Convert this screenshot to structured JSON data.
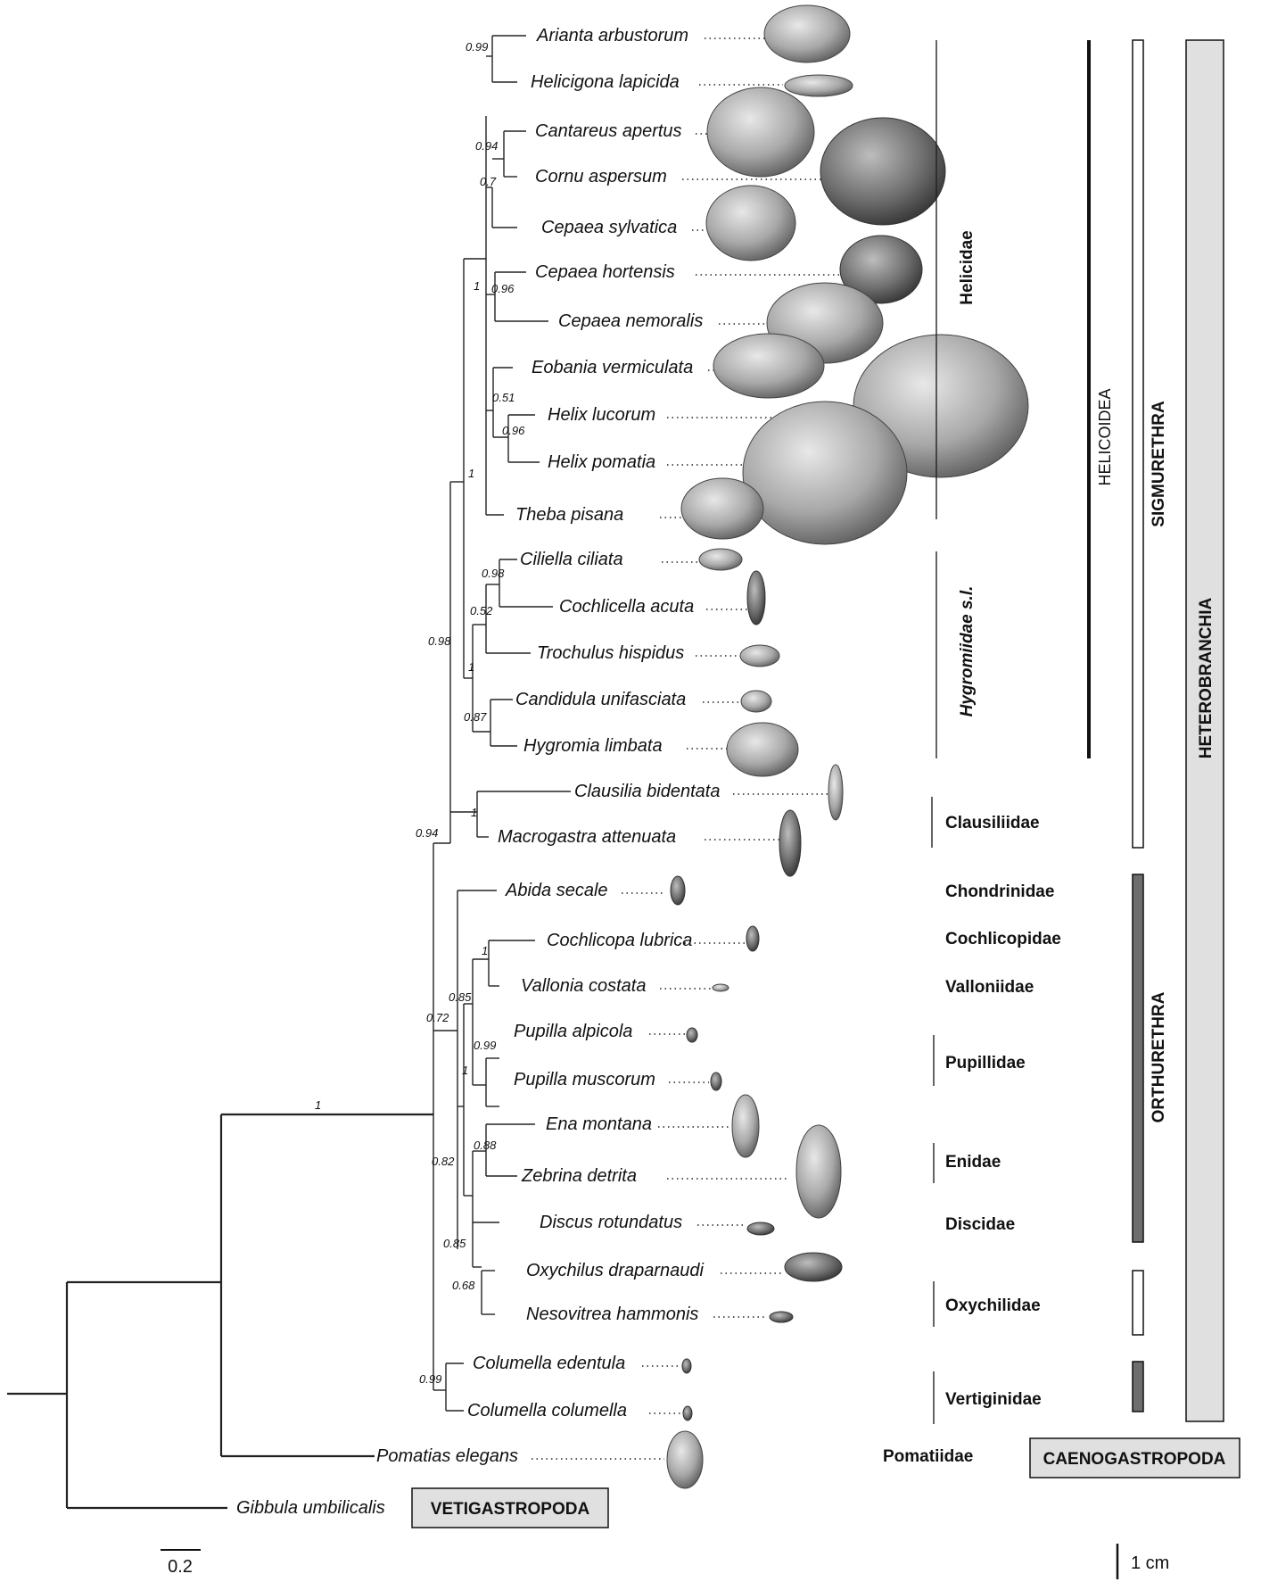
{
  "taxa": {
    "arianta": "Arianta arbustorum",
    "helicigona": "Helicigona lapicida",
    "cantareus": "Cantareus apertus",
    "cornu": "Cornu aspersum",
    "sylvatica": "Cepaea sylvatica",
    "hortensis": "Cepaea hortensis",
    "nemoralis": "Cepaea nemoralis",
    "eobania": "Eobania vermiculata",
    "lucorum": "Helix lucorum",
    "pomatia": "Helix pomatia",
    "theba": "Theba pisana",
    "ciliella": "Ciliella ciliata",
    "cochlicella": "Cochlicella acuta",
    "trochulus": "Trochulus hispidus",
    "candidula": "Candidula unifasciata",
    "hygromia": "Hygromia limbata",
    "clausilia": "Clausilia bidentata",
    "macrogastra": "Macrogastra attenuata",
    "abida": "Abida secale",
    "cochlicopa": "Cochlicopa lubrica",
    "vallonia": "Vallonia costata",
    "alpicola": "Pupilla alpicola",
    "muscorum": "Pupilla muscorum",
    "ena": "Ena montana",
    "zebrina": "Zebrina detrita",
    "discus": "Discus rotundatus",
    "oxychilus": "Oxychilus draparnaudi",
    "nesovitrea": "Nesovitrea hammonis",
    "edentula": "Columella edentula",
    "columella": "Columella columella",
    "pomatias": "Pomatias elegans",
    "gibbula": "Gibbula umbilicalis"
  },
  "supports": {
    "s099a": "0.99",
    "s094a": "0.94",
    "s07": "0.7",
    "s1a": "1",
    "s096a": "0.96",
    "s051": "0.51",
    "s096b": "0.96",
    "s1b": "1",
    "s098a": "0.98",
    "s052": "0.52",
    "s1c": "1",
    "s087": "0.87",
    "s098b": "0.98",
    "s1d": "1",
    "s094b": "0.94",
    "s1e": "1",
    "s085a": "0.85",
    "s072": "0.72",
    "s099b": "0.99",
    "s1f": "1",
    "s088": "0.88",
    "s082": "0.82",
    "s085b": "0.85",
    "s068": "0.68",
    "s099c": "0.99",
    "s1g": "1"
  },
  "families": {
    "helicidae": "Helicidae",
    "hygromiidae": "Hygromiidae s.l.",
    "clausiliidae": "Clausiliidae",
    "chondrinidae": "Chondrinidae",
    "cochlicopidae": "Cochlicopidae",
    "valloniidae": "Valloniidae",
    "pupillidae": "Pupillidae",
    "enidae": "Enidae",
    "discidae": "Discidae",
    "oxychilidae": "Oxychilidae",
    "vertiginidae": "Vertiginidae",
    "pomatiidae": "Pomatiidae"
  },
  "groups": {
    "helicoidea": "HELICOIDEA",
    "sigmurethra": "SIGMURETHRA",
    "orthurethra": "ORTHURETHRA",
    "heterobranchia": "HETEROBRANCHIA",
    "caenogastropoda": "CAENOGASTROPODA",
    "vetigastropoda": "VETIGASTROPODA"
  },
  "scales": {
    "branch_length": "0.2",
    "shell_size": "1 cm"
  },
  "colors": {
    "box_fill": "#e0e0e0",
    "orthurethra_bar": "#6e6e6e",
    "shell_base": "#9a9a9a"
  }
}
